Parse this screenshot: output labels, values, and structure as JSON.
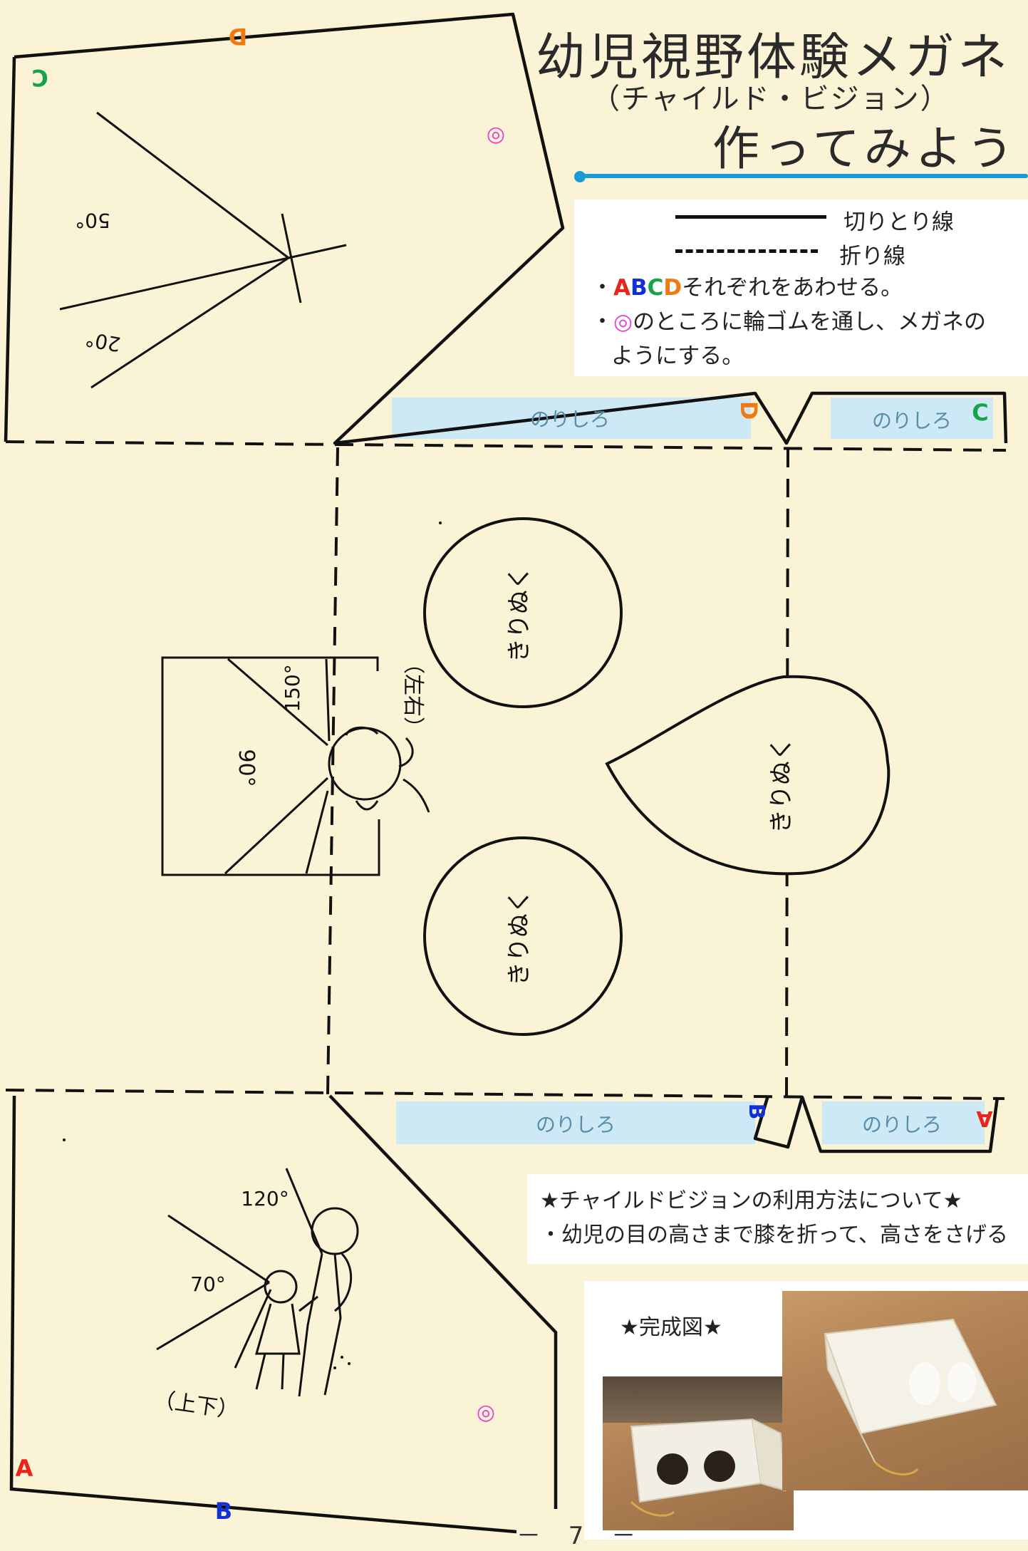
{
  "title": {
    "main": "幼児視野体験メガネ",
    "sub": "（チャイルド・ビジョン）",
    "make": "作ってみよう"
  },
  "legend": {
    "cut_line": "切りとり線",
    "fold_line": "折り線",
    "instruction_1_letters": [
      "A",
      "B",
      "C",
      "D"
    ],
    "instruction_1_text": "それぞれをあわせる。",
    "instruction_2_symbol": "◎",
    "instruction_2_text": "のところに輪ゴムを通し、メガネの",
    "instruction_2_cont": "ようにする。",
    "bullet": "・"
  },
  "template": {
    "glue_tab": "のりしろ",
    "cut_out": "きりぬく",
    "angle_50": "50°",
    "angle_20": "20°",
    "angle_150": "150°",
    "angle_90": "90°",
    "angle_120": "120°",
    "angle_70": "70°",
    "label_lr": "（左右）",
    "label_ud": "（上下）",
    "ring_mark": "◎",
    "letter_a": "A",
    "letter_b": "B",
    "letter_c": "C",
    "letter_d": "D"
  },
  "colors": {
    "a": "#e8241c",
    "b": "#1230d8",
    "c": "#16a34a",
    "d": "#f07a12",
    "ring": "#e83ed0",
    "glue_fill": "#cce9f5",
    "accent_blue": "#1a9bd6",
    "paper": "#fbf3d6"
  },
  "usage": {
    "heading": "★チャイルドビジョンの利用方法について★",
    "line1": "・幼児の目の高さまで膝を折って、高さをさげる"
  },
  "complete": {
    "label": "★完成図★"
  },
  "footer": {
    "page": "－ 7 －"
  }
}
